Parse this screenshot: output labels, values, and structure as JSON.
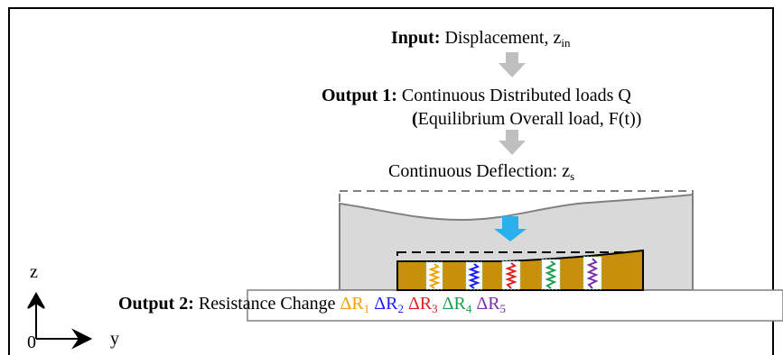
{
  "input": {
    "bold": "Input:",
    "text": "Displacement, z",
    "sub": "in"
  },
  "output1": {
    "bold": "Output 1:",
    "text": "Continuous Distributed loads  Q",
    "paren_open": "(",
    "line2": "Equilibrium Overall load, F(t))"
  },
  "deflection": {
    "text": "Continuous Deflection: z",
    "sub": "s"
  },
  "output2": {
    "bold": "Output 2:",
    "text": "Resistance Change",
    "deltas": [
      {
        "symbol": "ΔR",
        "sub": "1",
        "color": "#f0a000"
      },
      {
        "symbol": "ΔR",
        "sub": "2",
        "color": "#1a1aff"
      },
      {
        "symbol": "ΔR",
        "sub": "3",
        "color": "#e02020"
      },
      {
        "symbol": "ΔR",
        "sub": "4",
        "color": "#18a050"
      },
      {
        "symbol": "ΔR",
        "sub": "5",
        "color": "#7b2fa8"
      }
    ]
  },
  "axes": {
    "z": "z",
    "y": "y",
    "origin": "0"
  },
  "colors": {
    "gray_arrow": "#bfbfbf",
    "blue_arrow": "#2ab0ec",
    "soft_body": "#d9d9d9",
    "sensor_gold": "#c8900a",
    "sensor_gap": "#ffffff"
  }
}
